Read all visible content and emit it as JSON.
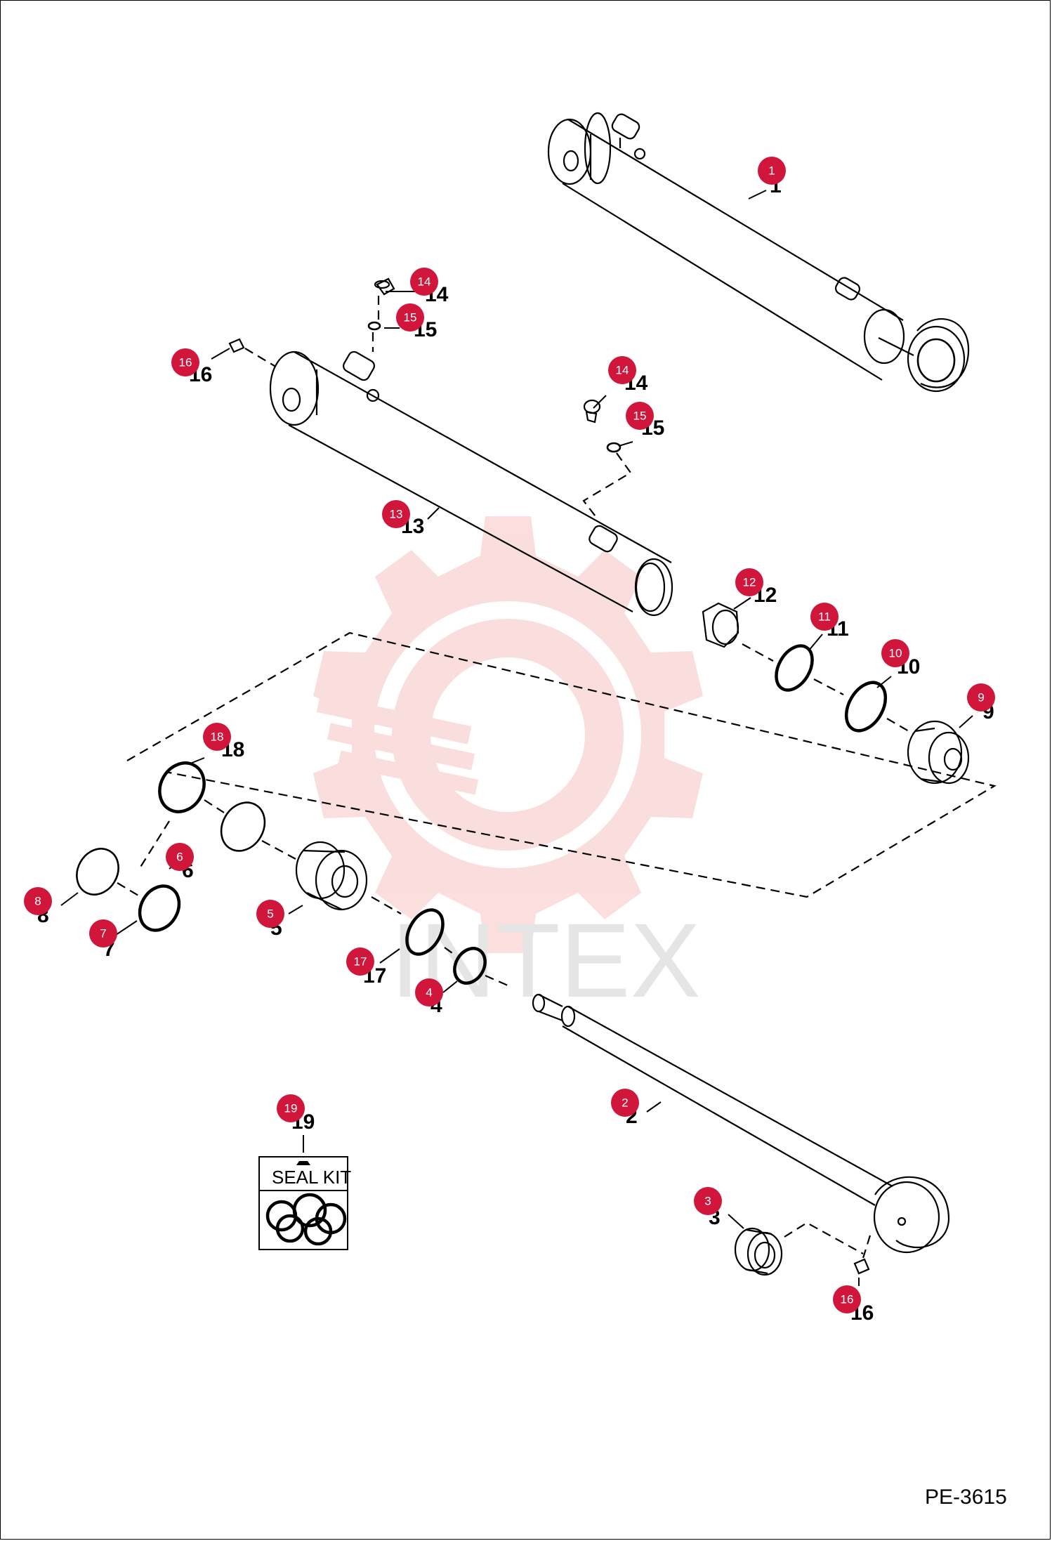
{
  "page_code": "PE-3615",
  "watermark": {
    "text": "INTEX",
    "color": "#f7c4c4"
  },
  "seal_kit_label": "SEAL KIT",
  "badge_color": "#d0163a",
  "callouts": [
    {
      "id": "c1",
      "num": "1"
    },
    {
      "id": "c2",
      "num": "2"
    },
    {
      "id": "c3",
      "num": "3"
    },
    {
      "id": "c4",
      "num": "4"
    },
    {
      "id": "c5",
      "num": "5"
    },
    {
      "id": "c6",
      "num": "6"
    },
    {
      "id": "c7",
      "num": "7"
    },
    {
      "id": "c8",
      "num": "8"
    },
    {
      "id": "c9",
      "num": "9"
    },
    {
      "id": "c10",
      "num": "10"
    },
    {
      "id": "c11",
      "num": "11"
    },
    {
      "id": "c12",
      "num": "12"
    },
    {
      "id": "c13",
      "num": "13"
    },
    {
      "id": "c14a",
      "num": "14"
    },
    {
      "id": "c14b",
      "num": "14"
    },
    {
      "id": "c15a",
      "num": "15"
    },
    {
      "id": "c15b",
      "num": "15"
    },
    {
      "id": "c16a",
      "num": "16"
    },
    {
      "id": "c16b",
      "num": "16"
    },
    {
      "id": "c17",
      "num": "17"
    },
    {
      "id": "c18",
      "num": "18"
    },
    {
      "id": "c19",
      "num": "19"
    }
  ]
}
